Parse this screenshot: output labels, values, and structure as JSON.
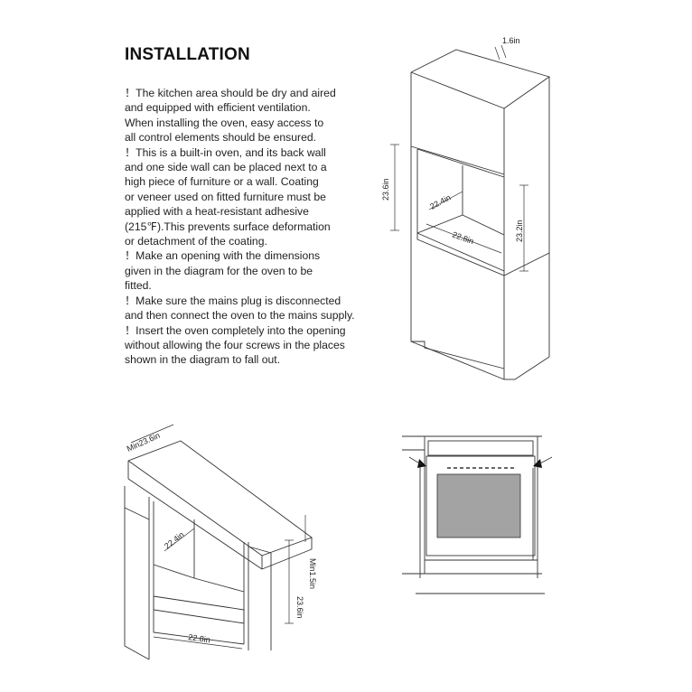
{
  "title": "INSTALLATION",
  "lines": [
    "！The kitchen area should be dry and aired",
    "and equipped with efficient ventilation.",
    "When installing the oven, easy access to",
    "all control elements should be ensured.",
    "！This is a built-in oven, and its back wall",
    "and one side wall can be placed next to a",
    "high piece of furniture or a wall. Coating",
    "or veneer used on fitted furniture must be",
    "applied with a heat-resistant adhesive",
    "(215℉).This prevents surface deformation",
    "or detachment of the coating.",
    "！Make an opening with the dimensions",
    "given in the diagram for the oven to be",
    "fitted.",
    "！Make sure the mains plug is disconnected",
    "and then connect the oven to the mains supply.",
    "！Insert the oven completely into the opening",
    "without allowing the four screws in the places",
    "shown in the diagram to fall out."
  ],
  "tall_cabinet": {
    "dim_top": "1.6in",
    "dim_height": "23.6in",
    "dim_depth": "22.4in",
    "dim_width": "22.8in",
    "dim_right_height": "23.2in"
  },
  "under_counter": {
    "dim_counter": "Min23.6in",
    "dim_depth": "22.4in",
    "dim_height": "23.6in",
    "dim_gap": "Min1.5in",
    "dim_width": "22.8in"
  }
}
